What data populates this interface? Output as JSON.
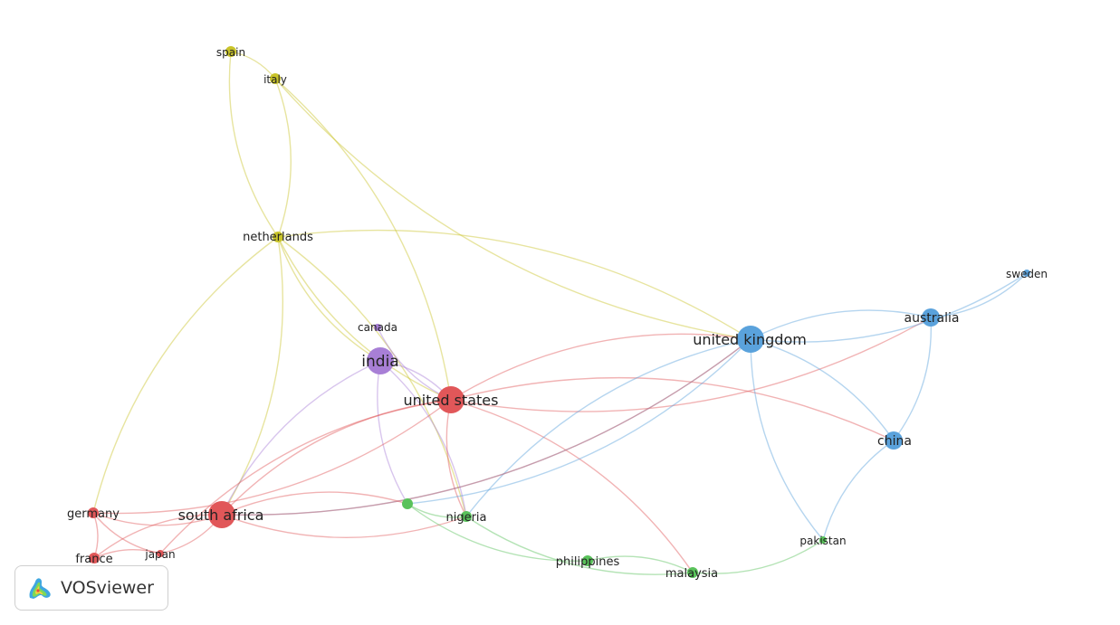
{
  "colors": {
    "red": "#e15759",
    "blue": "#5aa2dc",
    "green": "#59c25a",
    "yellow": "#c9c42a",
    "purple": "#a87fd6"
  },
  "nodes": [
    {
      "id": "spain",
      "label": "spain",
      "cluster": "yellow",
      "size": "small"
    },
    {
      "id": "italy",
      "label": "italy",
      "cluster": "yellow",
      "size": "small"
    },
    {
      "id": "netherlands",
      "label": "netherlands",
      "cluster": "yellow",
      "size": "small"
    },
    {
      "id": "canada",
      "label": "canada",
      "cluster": "purple",
      "size": "tiny"
    },
    {
      "id": "india",
      "label": "india",
      "cluster": "purple",
      "size": "large"
    },
    {
      "id": "united_states",
      "label": "united states",
      "cluster": "red",
      "size": "large"
    },
    {
      "id": "united_kingdom",
      "label": "united kingdom",
      "cluster": "blue",
      "size": "large"
    },
    {
      "id": "australia",
      "label": "australia",
      "cluster": "blue",
      "size": "medium"
    },
    {
      "id": "sweden",
      "label": "sweden",
      "cluster": "blue",
      "size": "tiny"
    },
    {
      "id": "china",
      "label": "china",
      "cluster": "blue",
      "size": "medium"
    },
    {
      "id": "germany",
      "label": "germany",
      "cluster": "red",
      "size": "small"
    },
    {
      "id": "south_africa",
      "label": "south africa",
      "cluster": "red",
      "size": "large"
    },
    {
      "id": "france",
      "label": "france",
      "cluster": "red",
      "size": "small"
    },
    {
      "id": "japan",
      "label": "japan",
      "cluster": "red",
      "size": "tiny"
    },
    {
      "id": "unlabeled_green",
      "label": "",
      "cluster": "green",
      "size": "small"
    },
    {
      "id": "nigeria",
      "label": "nigeria",
      "cluster": "green",
      "size": "small"
    },
    {
      "id": "philippines",
      "label": "philippines",
      "cluster": "green",
      "size": "small"
    },
    {
      "id": "malaysia",
      "label": "malaysia",
      "cluster": "green",
      "size": "small"
    },
    {
      "id": "pakistan",
      "label": "pakistan",
      "cluster": "green",
      "size": "tiny"
    }
  ],
  "links": [
    [
      "spain",
      "italy"
    ],
    [
      "spain",
      "netherlands"
    ],
    [
      "italy",
      "netherlands"
    ],
    [
      "italy",
      "united_kingdom"
    ],
    [
      "italy",
      "united_states"
    ],
    [
      "netherlands",
      "united_states"
    ],
    [
      "netherlands",
      "united_kingdom"
    ],
    [
      "netherlands",
      "india"
    ],
    [
      "netherlands",
      "south_africa"
    ],
    [
      "netherlands",
      "germany"
    ],
    [
      "netherlands",
      "nigeria"
    ],
    [
      "canada",
      "united_states"
    ],
    [
      "india",
      "united_states"
    ],
    [
      "india",
      "south_africa"
    ],
    [
      "india",
      "nigeria"
    ],
    [
      "india",
      "unlabeled_green"
    ],
    [
      "united_states",
      "united_kingdom"
    ],
    [
      "united_states",
      "australia"
    ],
    [
      "united_states",
      "china"
    ],
    [
      "united_states",
      "south_africa"
    ],
    [
      "united_states",
      "germany"
    ],
    [
      "united_states",
      "nigeria"
    ],
    [
      "united_states",
      "malaysia"
    ],
    [
      "united_states",
      "japan"
    ],
    [
      "united_kingdom",
      "australia"
    ],
    [
      "united_kingdom",
      "sweden"
    ],
    [
      "united_kingdom",
      "china"
    ],
    [
      "united_kingdom",
      "nigeria"
    ],
    [
      "united_kingdom",
      "unlabeled_green"
    ],
    [
      "united_kingdom",
      "pakistan"
    ],
    [
      "united_kingdom",
      "south_africa"
    ],
    [
      "australia",
      "sweden"
    ],
    [
      "australia",
      "china"
    ],
    [
      "china",
      "pakistan"
    ],
    [
      "south_africa",
      "germany"
    ],
    [
      "south_africa",
      "france"
    ],
    [
      "south_africa",
      "japan"
    ],
    [
      "south_africa",
      "nigeria"
    ],
    [
      "south_africa",
      "unlabeled_green"
    ],
    [
      "south_africa",
      "united_kingdom"
    ],
    [
      "germany",
      "france"
    ],
    [
      "germany",
      "japan"
    ],
    [
      "france",
      "japan"
    ],
    [
      "nigeria",
      "malaysia"
    ],
    [
      "nigeria",
      "unlabeled_green"
    ],
    [
      "unlabeled_green",
      "philippines"
    ],
    [
      "philippines",
      "malaysia"
    ],
    [
      "malaysia",
      "pakistan"
    ]
  ],
  "logo": {
    "text": "VOSviewer"
  }
}
